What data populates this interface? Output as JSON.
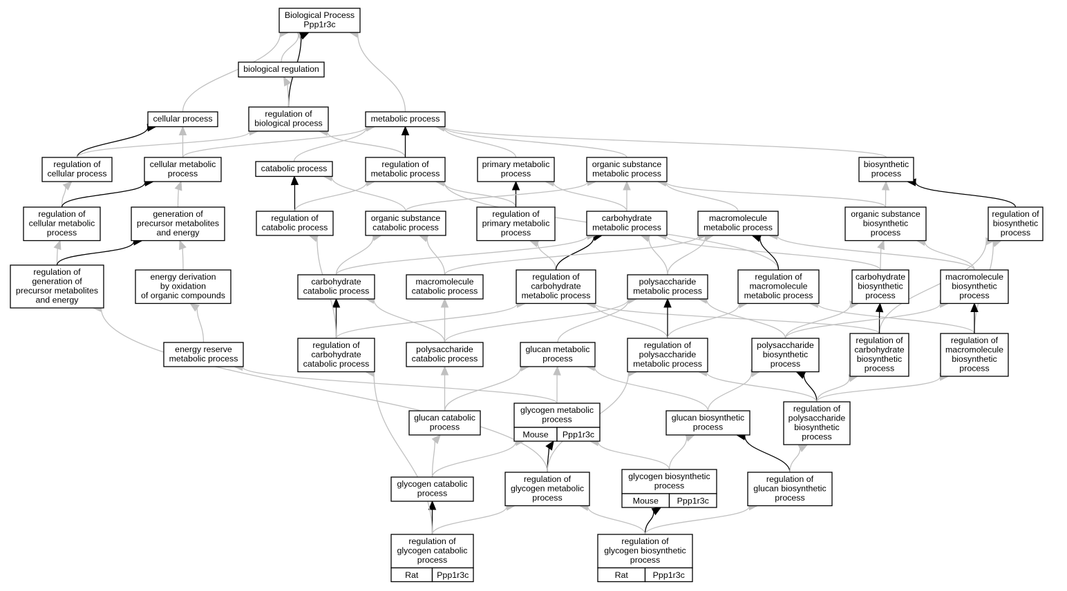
{
  "colors": {
    "edge_default": "#c0c0c0",
    "edge_highlight": "#000000",
    "mouse_annotation": "#add8e6",
    "rat_annotation": "#ffd700"
  },
  "nodes": [
    {
      "id": "bp",
      "lines": [
        "Biological Process",
        "Ppp1r3c"
      ]
    },
    {
      "id": "biol_reg",
      "lines": [
        "biological regulation"
      ]
    },
    {
      "id": "cell_proc",
      "lines": [
        "cellular process"
      ]
    },
    {
      "id": "reg_biol",
      "lines": [
        "regulation of",
        "biological process"
      ]
    },
    {
      "id": "met_proc",
      "lines": [
        "metabolic process"
      ]
    },
    {
      "id": "reg_cell_proc",
      "lines": [
        "regulation of",
        "cellular process"
      ]
    },
    {
      "id": "cell_met",
      "lines": [
        "cellular metabolic",
        "process"
      ]
    },
    {
      "id": "catab",
      "lines": [
        "catabolic process"
      ]
    },
    {
      "id": "reg_met",
      "lines": [
        "regulation of",
        "metabolic process"
      ]
    },
    {
      "id": "prim_met",
      "lines": [
        "primary metabolic",
        "process"
      ]
    },
    {
      "id": "org_met",
      "lines": [
        "organic substance",
        "metabolic process"
      ]
    },
    {
      "id": "biosyn",
      "lines": [
        "biosynthetic",
        "process"
      ]
    },
    {
      "id": "reg_cell_met",
      "lines": [
        "regulation of",
        "cellular metabolic",
        "process"
      ]
    },
    {
      "id": "gen_prec",
      "lines": [
        "generation of",
        "precursor metabolites",
        "and energy"
      ]
    },
    {
      "id": "reg_catab",
      "lines": [
        "regulation of",
        "catabolic process"
      ]
    },
    {
      "id": "org_catab",
      "lines": [
        "organic substance",
        "catabolic process"
      ]
    },
    {
      "id": "reg_prim",
      "lines": [
        "regulation of",
        "primary metabolic",
        "process"
      ]
    },
    {
      "id": "carb_met",
      "lines": [
        "carbohydrate",
        "metabolic process"
      ]
    },
    {
      "id": "macro_met",
      "lines": [
        "macromolecule",
        "metabolic process"
      ]
    },
    {
      "id": "org_biosyn",
      "lines": [
        "organic substance",
        "biosynthetic",
        "process"
      ]
    },
    {
      "id": "reg_biosyn",
      "lines": [
        "regulation of",
        "biosynthetic",
        "process"
      ]
    },
    {
      "id": "reg_gen_prec",
      "lines": [
        "regulation of",
        "generation of",
        "precursor metabolites",
        "and energy"
      ]
    },
    {
      "id": "energy_deriv",
      "lines": [
        "energy derivation",
        "by oxidation",
        "of organic compounds"
      ]
    },
    {
      "id": "carb_catab",
      "lines": [
        "carbohydrate",
        "catabolic process"
      ]
    },
    {
      "id": "macro_catab",
      "lines": [
        "macromolecule",
        "catabolic process"
      ]
    },
    {
      "id": "reg_carb_met",
      "lines": [
        "regulation of",
        "carbohydrate",
        "metabolic process"
      ]
    },
    {
      "id": "poly_met",
      "lines": [
        "polysaccharide",
        "metabolic process"
      ]
    },
    {
      "id": "reg_macro_met",
      "lines": [
        "regulation of",
        "macromolecule",
        "metabolic process"
      ]
    },
    {
      "id": "carb_biosyn",
      "lines": [
        "carbohydrate",
        "biosynthetic",
        "process"
      ]
    },
    {
      "id": "macro_biosyn",
      "lines": [
        "macromolecule",
        "biosynthetic",
        "process"
      ]
    },
    {
      "id": "energy_res",
      "lines": [
        "energy reserve",
        "metabolic process"
      ]
    },
    {
      "id": "reg_carb_catab",
      "lines": [
        "regulation of",
        "carbohydrate",
        "catabolic process"
      ]
    },
    {
      "id": "poly_catab",
      "lines": [
        "polysaccharide",
        "catabolic process"
      ]
    },
    {
      "id": "glucan_met",
      "lines": [
        "glucan metabolic",
        "process"
      ]
    },
    {
      "id": "reg_poly_met",
      "lines": [
        "regulation of",
        "polysaccharide",
        "metabolic process"
      ]
    },
    {
      "id": "poly_biosyn",
      "lines": [
        "polysaccharide",
        "biosynthetic",
        "process"
      ]
    },
    {
      "id": "reg_carb_biosyn",
      "lines": [
        "regulation of",
        "carbohydrate",
        "biosynthetic",
        "process"
      ]
    },
    {
      "id": "reg_macro_biosyn",
      "lines": [
        "regulation of",
        "macromolecule",
        "biosynthetic",
        "process"
      ]
    },
    {
      "id": "glucan_catab",
      "lines": [
        "glucan catabolic",
        "process"
      ]
    },
    {
      "id": "glyc_met",
      "lines": [
        "glycogen metabolic",
        "process"
      ],
      "annotation": [
        "Mouse",
        "Ppp1r3c"
      ],
      "annotation_color": "#add8e6"
    },
    {
      "id": "glucan_biosyn",
      "lines": [
        "glucan biosynthetic",
        "process"
      ]
    },
    {
      "id": "reg_poly_biosyn",
      "lines": [
        "regulation of",
        "polysaccharide",
        "biosynthetic",
        "process"
      ]
    },
    {
      "id": "glyc_catab",
      "lines": [
        "glycogen catabolic",
        "process"
      ]
    },
    {
      "id": "reg_glyc_met",
      "lines": [
        "regulation of",
        "glycogen metabolic",
        "process"
      ]
    },
    {
      "id": "glyc_biosyn",
      "lines": [
        "glycogen biosynthetic",
        "process"
      ],
      "annotation": [
        "Mouse",
        "Ppp1r3c"
      ],
      "annotation_color": "#add8e6"
    },
    {
      "id": "reg_glucan_biosyn",
      "lines": [
        "regulation of",
        "glucan biosynthetic",
        "process"
      ]
    },
    {
      "id": "reg_glyc_catab",
      "lines": [
        "regulation of",
        "glycogen catabolic",
        "process"
      ],
      "annotation": [
        "Rat",
        "Ppp1r3c"
      ],
      "annotation_color": "#ffd700"
    },
    {
      "id": "reg_glyc_biosyn",
      "lines": [
        "regulation of",
        "glycogen biosynthetic",
        "process"
      ],
      "annotation": [
        "Rat",
        "Ppp1r3c"
      ],
      "annotation_color": "#ffd700"
    }
  ],
  "edges": [
    [
      "cell_proc",
      "bp",
      "grey"
    ],
    [
      "biol_reg",
      "bp",
      "grey"
    ],
    [
      "reg_biol",
      "bp",
      "black"
    ],
    [
      "met_proc",
      "bp",
      "grey"
    ],
    [
      "reg_biol",
      "biol_reg",
      "grey"
    ],
    [
      "reg_cell_proc",
      "cell_proc",
      "black"
    ],
    [
      "cell_met",
      "cell_proc",
      "grey"
    ],
    [
      "reg_cell_proc",
      "reg_biol",
      "grey"
    ],
    [
      "reg_met",
      "reg_biol",
      "grey"
    ],
    [
      "cell_met",
      "met_proc",
      "grey"
    ],
    [
      "catab",
      "met_proc",
      "grey"
    ],
    [
      "reg_met",
      "met_proc",
      "black"
    ],
    [
      "prim_met",
      "met_proc",
      "grey"
    ],
    [
      "org_met",
      "met_proc",
      "grey"
    ],
    [
      "biosyn",
      "met_proc",
      "grey"
    ],
    [
      "reg_cell_met",
      "reg_cell_proc",
      "grey"
    ],
    [
      "reg_cell_met",
      "cell_met",
      "black"
    ],
    [
      "gen_prec",
      "cell_met",
      "grey"
    ],
    [
      "reg_catab",
      "catab",
      "black"
    ],
    [
      "org_catab",
      "catab",
      "grey"
    ],
    [
      "reg_catab",
      "reg_met",
      "grey"
    ],
    [
      "reg_prim",
      "reg_met",
      "grey"
    ],
    [
      "reg_macro_met",
      "reg_met",
      "grey"
    ],
    [
      "reg_prim",
      "prim_met",
      "black"
    ],
    [
      "carb_met",
      "prim_met",
      "grey"
    ],
    [
      "org_catab",
      "org_met",
      "grey"
    ],
    [
      "carb_met",
      "org_met",
      "grey"
    ],
    [
      "macro_met",
      "org_met",
      "grey"
    ],
    [
      "org_biosyn",
      "org_met",
      "grey"
    ],
    [
      "org_biosyn",
      "biosyn",
      "grey"
    ],
    [
      "reg_biosyn",
      "biosyn",
      "black"
    ],
    [
      "reg_gen_prec",
      "reg_cell_met",
      "grey"
    ],
    [
      "reg_gen_prec",
      "gen_prec",
      "black"
    ],
    [
      "energy_deriv",
      "gen_prec",
      "grey"
    ],
    [
      "carb_catab",
      "org_catab",
      "grey"
    ],
    [
      "macro_catab",
      "org_catab",
      "grey"
    ],
    [
      "reg_carb_met",
      "reg_prim",
      "grey"
    ],
    [
      "reg_carb_met",
      "carb_met",
      "black"
    ],
    [
      "poly_met",
      "carb_met",
      "grey"
    ],
    [
      "carb_catab",
      "carb_met",
      "grey"
    ],
    [
      "carb_biosyn",
      "carb_met",
      "grey"
    ],
    [
      "poly_met",
      "macro_met",
      "grey"
    ],
    [
      "reg_macro_met",
      "macro_met",
      "black"
    ],
    [
      "macro_biosyn",
      "macro_met",
      "grey"
    ],
    [
      "macro_catab",
      "macro_met",
      "grey"
    ],
    [
      "carb_biosyn",
      "org_biosyn",
      "grey"
    ],
    [
      "macro_biosyn",
      "org_biosyn",
      "grey"
    ],
    [
      "reg_carb_biosyn",
      "reg_biosyn",
      "grey"
    ],
    [
      "reg_macro_biosyn",
      "reg_biosyn",
      "grey"
    ],
    [
      "energy_res",
      "energy_deriv",
      "grey"
    ],
    [
      "reg_carb_catab",
      "carb_catab",
      "black"
    ],
    [
      "poly_catab",
      "carb_catab",
      "grey"
    ],
    [
      "reg_carb_catab",
      "reg_catab",
      "grey"
    ],
    [
      "poly_catab",
      "macro_catab",
      "grey"
    ],
    [
      "reg_carb_catab",
      "reg_carb_met",
      "grey"
    ],
    [
      "reg_poly_met",
      "reg_carb_met",
      "grey"
    ],
    [
      "reg_carb_biosyn",
      "reg_carb_met",
      "grey"
    ],
    [
      "glucan_met",
      "poly_met",
      "grey"
    ],
    [
      "reg_poly_met",
      "poly_met",
      "black"
    ],
    [
      "poly_biosyn",
      "poly_met",
      "grey"
    ],
    [
      "poly_catab",
      "poly_met",
      "grey"
    ],
    [
      "reg_poly_met",
      "reg_macro_met",
      "grey"
    ],
    [
      "reg_macro_biosyn",
      "reg_macro_met",
      "grey"
    ],
    [
      "poly_biosyn",
      "carb_biosyn",
      "grey"
    ],
    [
      "reg_carb_biosyn",
      "carb_biosyn",
      "black"
    ],
    [
      "reg_macro_biosyn",
      "macro_biosyn",
      "black"
    ],
    [
      "poly_biosyn",
      "macro_biosyn",
      "grey"
    ],
    [
      "glucan_catab",
      "poly_catab",
      "grey"
    ],
    [
      "glucan_catab",
      "glucan_met",
      "grey"
    ],
    [
      "glyc_met",
      "glucan_met",
      "grey"
    ],
    [
      "glucan_biosyn",
      "glucan_met",
      "grey"
    ],
    [
      "glyc_met",
      "energy_res",
      "grey"
    ],
    [
      "reg_poly_biosyn",
      "reg_poly_met",
      "grey"
    ],
    [
      "reg_poly_biosyn",
      "poly_biosyn",
      "black"
    ],
    [
      "glucan_biosyn",
      "poly_biosyn",
      "grey"
    ],
    [
      "reg_poly_biosyn",
      "reg_carb_biosyn",
      "grey"
    ],
    [
      "reg_poly_biosyn",
      "reg_macro_biosyn",
      "grey"
    ],
    [
      "glyc_catab",
      "glucan_catab",
      "grey"
    ],
    [
      "glyc_catab",
      "glyc_met",
      "grey"
    ],
    [
      "reg_glyc_met",
      "glyc_met",
      "black"
    ],
    [
      "reg_glyc_met",
      "reg_poly_met",
      "grey"
    ],
    [
      "reg_glyc_met",
      "reg_gen_prec",
      "grey"
    ],
    [
      "glyc_biosyn",
      "glyc_met",
      "grey"
    ],
    [
      "glyc_biosyn",
      "glucan_biosyn",
      "grey"
    ],
    [
      "reg_glucan_biosyn",
      "glucan_biosyn",
      "black"
    ],
    [
      "reg_glucan_biosyn",
      "reg_poly_biosyn",
      "grey"
    ],
    [
      "reg_glyc_catab",
      "glyc_catab",
      "black"
    ],
    [
      "reg_glyc_catab",
      "reg_glyc_met",
      "grey"
    ],
    [
      "reg_glyc_catab",
      "reg_carb_catab",
      "grey"
    ],
    [
      "reg_glyc_biosyn",
      "glyc_biosyn",
      "black"
    ],
    [
      "reg_glyc_biosyn",
      "reg_glyc_met",
      "grey"
    ],
    [
      "reg_glyc_biosyn",
      "reg_glucan_biosyn",
      "grey"
    ]
  ]
}
